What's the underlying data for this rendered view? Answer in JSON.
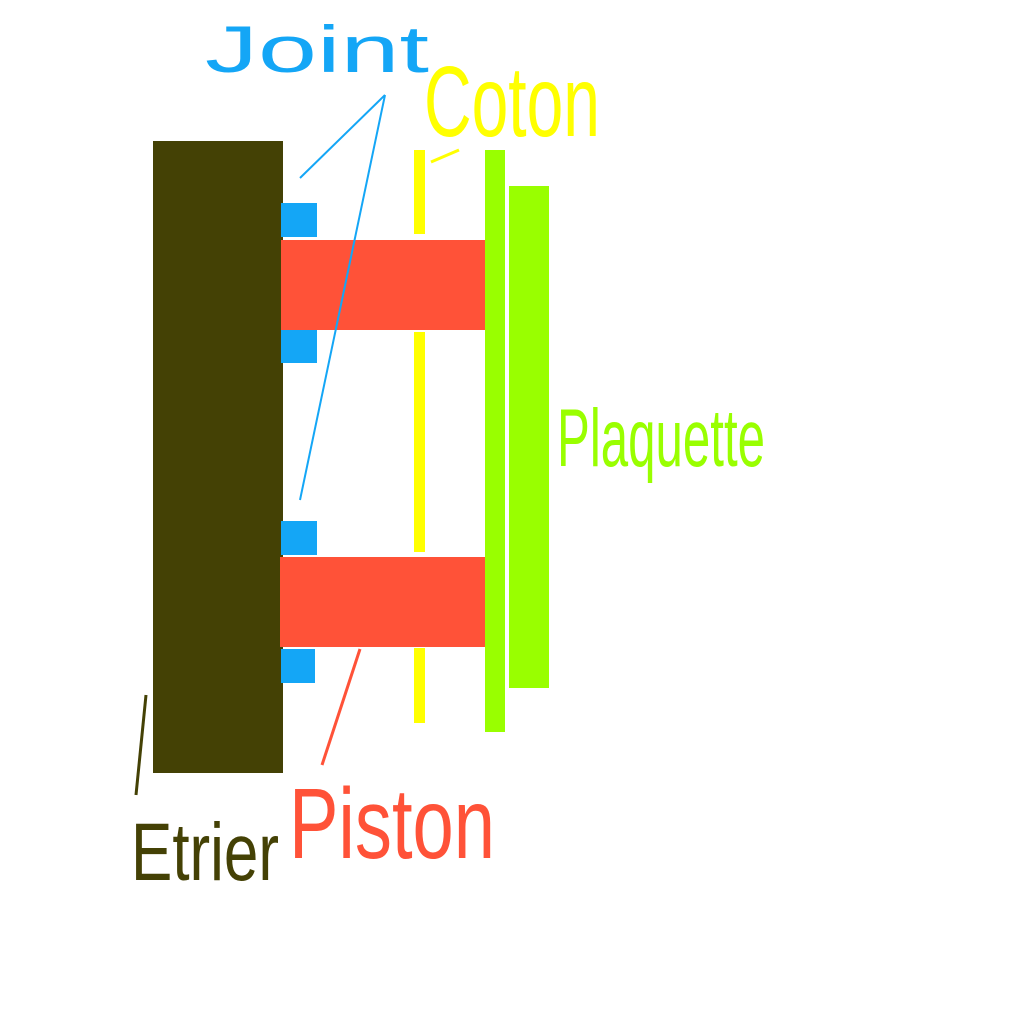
{
  "labels": {
    "joint": "Joint",
    "coton": "Coton",
    "plaquette": "Plaquette",
    "piston": "Piston",
    "etrier": "Etrier"
  },
  "colors": {
    "etrier": "#444105",
    "joint": "#14a6f6",
    "piston": "#ff5238",
    "coton": "#ffff00",
    "plaquette": "#99ff00"
  }
}
